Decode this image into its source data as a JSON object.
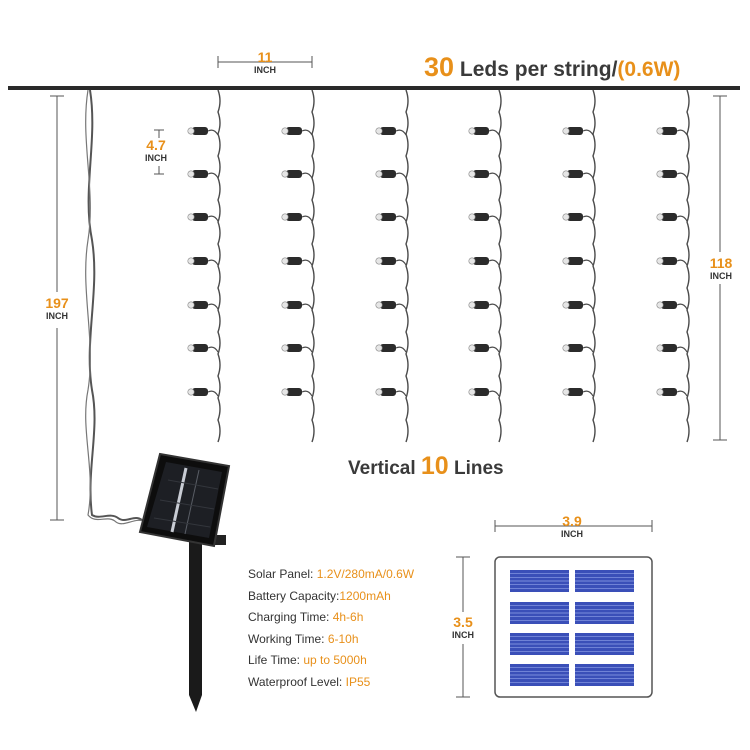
{
  "title": {
    "count": "30",
    "text": "Leds per string/",
    "power": "(0.6W)"
  },
  "subtitle": {
    "prefix": "Vertical",
    "count": "10",
    "suffix": "Lines"
  },
  "dimensions": {
    "spacing": {
      "value": "11",
      "unit": "INCH"
    },
    "led_gap": {
      "value": "4.7",
      "unit": "INCH"
    },
    "total_drop": {
      "value": "197",
      "unit": "INCH"
    },
    "string_length": {
      "value": "118",
      "unit": "INCH"
    },
    "panel_width": {
      "value": "3.9",
      "unit": "INCH"
    },
    "panel_height": {
      "value": "3.5",
      "unit": "INCH"
    }
  },
  "specs": [
    {
      "label": "Solar Panel: ",
      "value": "1.2V/280mA/0.6W"
    },
    {
      "label": "Battery Capacity:",
      "value": "1200mAh"
    },
    {
      "label": "Charging Time: ",
      "value": "4h-6h"
    },
    {
      "label": "Working Time: ",
      "value": "6-10h"
    },
    {
      "label": "Life Time: ",
      "value": "up to 5000h"
    },
    {
      "label": "Waterproof Level: ",
      "value": "IP55"
    }
  ],
  "colors": {
    "accent": "#e8901a",
    "text": "#333333",
    "wire": "#2a2a2a",
    "solar_cell": "#3a4fb8"
  },
  "icons": {
    "solar_panel": "solar-panel-with-stake",
    "led": "led-bulb"
  }
}
